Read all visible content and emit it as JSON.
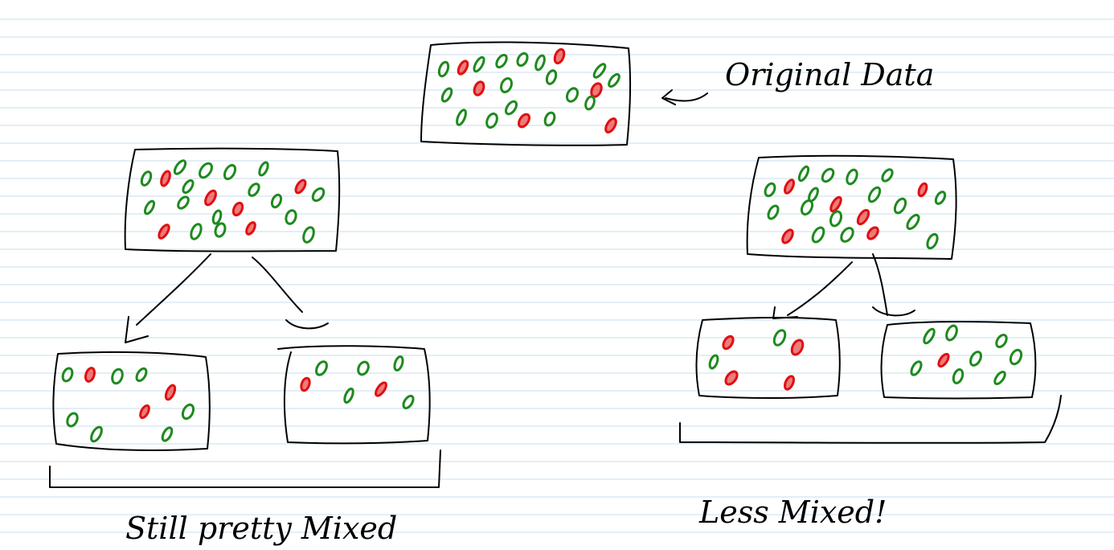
{
  "labels": {
    "original": "Original Data",
    "left_caption": "Still pretty Mixed",
    "right_caption": "Less Mixed!"
  },
  "colors": {
    "green": "#1e8a1e",
    "red": "#e01010",
    "rule": "#c8dced"
  },
  "groups": {
    "original": [
      "g",
      "r",
      "g",
      "g",
      "g",
      "g",
      "r",
      "g",
      "g",
      "g",
      "r",
      "g",
      "g",
      "r",
      "g",
      "g",
      "r",
      "g",
      "g",
      "r",
      "g",
      "g"
    ],
    "left_parent": [
      "g",
      "r",
      "g",
      "g",
      "g",
      "g",
      "r",
      "g",
      "g",
      "g",
      "r",
      "g",
      "g",
      "r",
      "g",
      "g",
      "r",
      "g",
      "g",
      "r",
      "g",
      "g"
    ],
    "right_parent": [
      "g",
      "r",
      "g",
      "g",
      "g",
      "g",
      "r",
      "g",
      "g",
      "g",
      "r",
      "g",
      "g",
      "r",
      "g",
      "g",
      "r",
      "g",
      "g",
      "r",
      "g",
      "g"
    ],
    "left_child_a": [
      "g",
      "r",
      "g",
      "g",
      "r",
      "g",
      "g",
      "g",
      "r",
      "g"
    ],
    "left_child_b": [
      "r",
      "g",
      "g",
      "g",
      "r",
      "g",
      "g"
    ],
    "right_child_a": [
      "r",
      "g",
      "r",
      "g",
      "r",
      "r"
    ],
    "right_child_b": [
      "g",
      "g",
      "g",
      "g",
      "g",
      "r",
      "g",
      "g",
      "g"
    ]
  }
}
